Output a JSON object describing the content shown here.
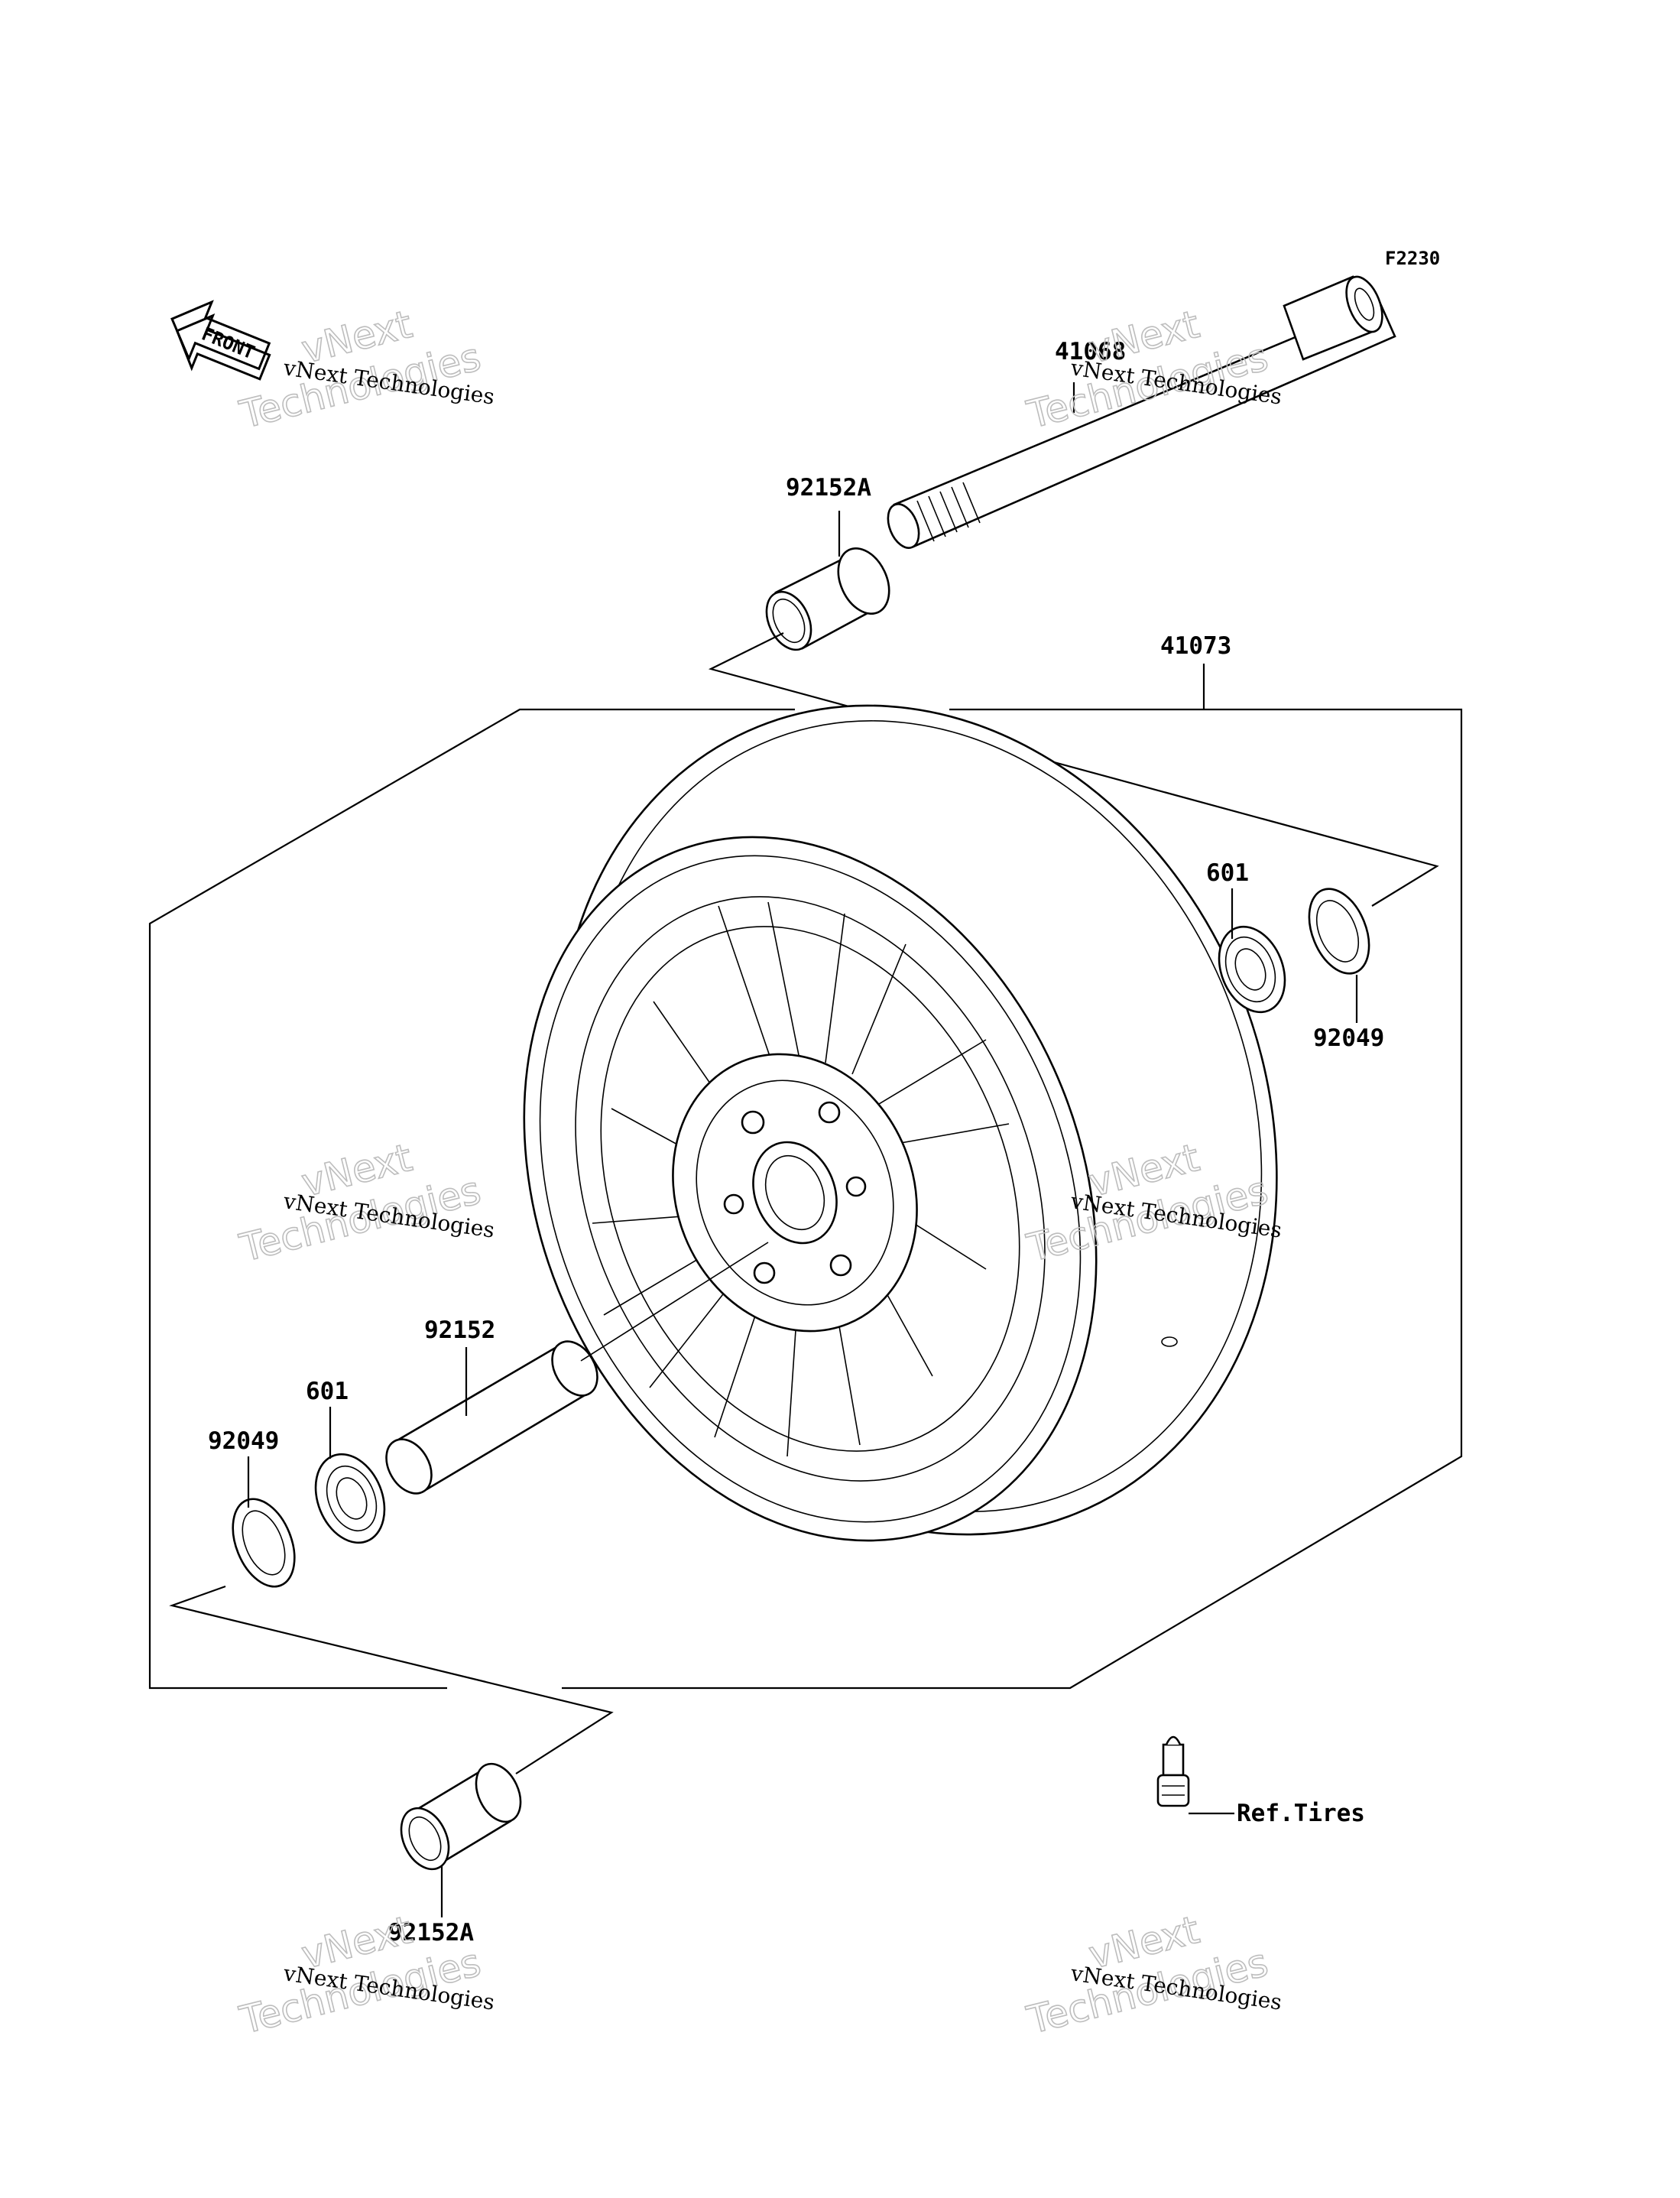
{
  "diagram_code": "F2230",
  "front_label": "FRONT",
  "watermark": {
    "line1": "vNext Technologies",
    "overlay_big": "Technologies",
    "overlay_small": "vNext"
  },
  "parts": {
    "axle": "41068",
    "collar_a_top": "92152A",
    "wheel_assembly": "41073",
    "bearing_right": "601",
    "seal_right": "92049",
    "collar_center": "92152",
    "bearing_left": "601",
    "seal_left": "92049",
    "collar_a_bottom": "92152A",
    "valve_ref": "Ref.Tires"
  }
}
